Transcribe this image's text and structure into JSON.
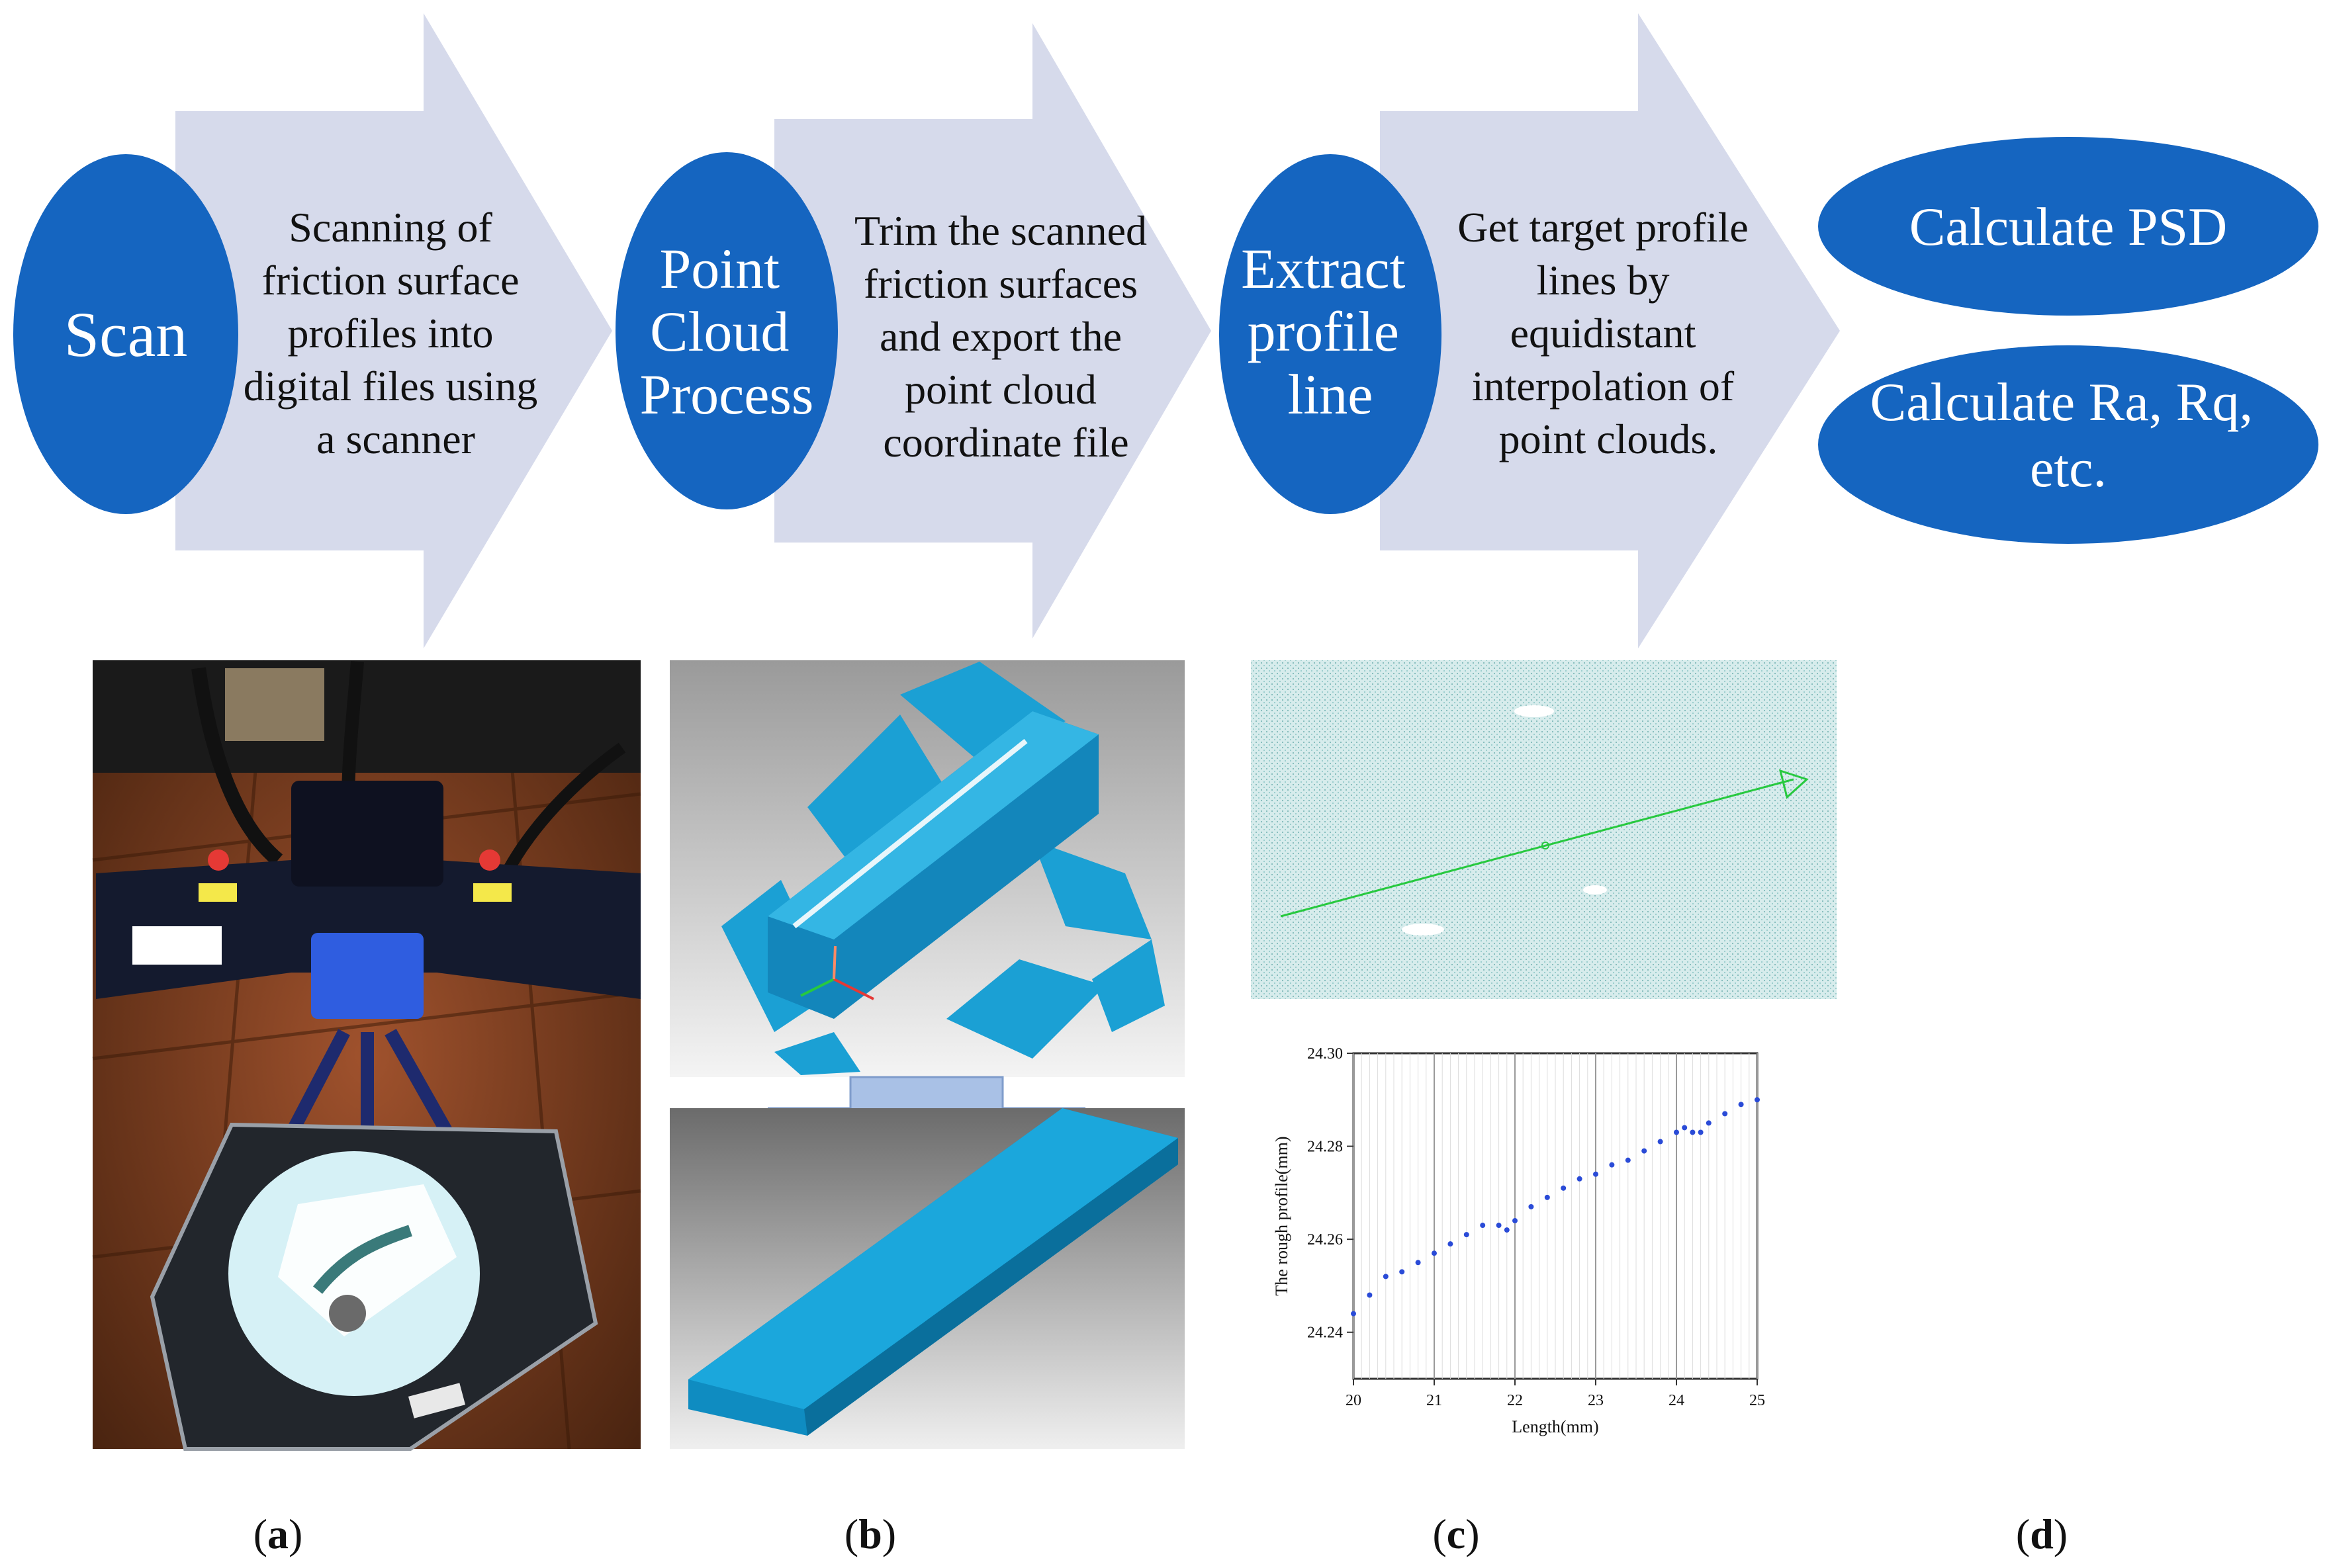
{
  "steps": [
    {
      "circle_lines": [
        "Scan"
      ],
      "arrow_lines": [
        "Scanning of",
        "friction surface",
        "profiles into",
        "digital files using",
        "a scanner"
      ]
    },
    {
      "circle_lines": [
        "Point",
        "Cloud",
        "Process"
      ],
      "arrow_lines": [
        "Trim the scanned",
        "friction surfaces",
        "and export the",
        "point cloud",
        "coordinate file"
      ]
    },
    {
      "circle_lines": [
        "Extract",
        "profile",
        "line"
      ],
      "arrow_lines": [
        "Get target profile",
        "lines by",
        "equidistant",
        "interpolation of",
        "point clouds."
      ]
    }
  ],
  "outputs": {
    "psd": [
      "Calculate PSD"
    ],
    "roughness": [
      "Calculate Ra, Rq,",
      "etc."
    ]
  },
  "panel_labels": {
    "a": {
      "open": "(",
      "letter": "a",
      "close": ")"
    },
    "b": {
      "open": "(",
      "letter": "b",
      "close": ")"
    },
    "c": {
      "open": "(",
      "letter": "c",
      "close": ")"
    },
    "d": {
      "open": "(",
      "letter": "d",
      "close": ")"
    }
  },
  "colors": {
    "ellipse": "#1565c0",
    "arrow": "#d6daeb",
    "model": "#1ba0d4"
  },
  "chart_data": {
    "type": "scatter",
    "xlabel": "Length(mm)",
    "ylabel": "The rough profile(mm)",
    "xlim": [
      20,
      25
    ],
    "ylim": [
      24.23,
      24.3
    ],
    "x_ticks": [
      "20",
      "21",
      "22",
      "23",
      "24",
      "25"
    ],
    "y_ticks": [
      "24.24",
      "24.26",
      "24.28",
      "24.30"
    ],
    "series": [
      {
        "x": [
          20.0,
          20.2,
          20.4,
          20.6,
          20.8,
          21.0,
          21.2,
          21.4,
          21.6,
          21.8,
          21.9,
          22.0,
          22.2,
          22.4,
          22.6,
          22.8,
          23.0,
          23.2,
          23.4,
          23.6,
          23.8,
          24.0,
          24.1,
          24.2,
          24.3,
          24.4,
          24.6,
          24.8,
          25.0
        ],
        "y": [
          24.244,
          24.248,
          24.252,
          24.253,
          24.255,
          24.257,
          24.259,
          24.261,
          24.263,
          24.263,
          24.262,
          24.264,
          24.267,
          24.269,
          24.271,
          24.273,
          24.274,
          24.276,
          24.277,
          24.279,
          24.281,
          24.283,
          24.284,
          24.283,
          24.283,
          24.285,
          24.287,
          24.289,
          24.29
        ]
      }
    ],
    "grid": true
  }
}
